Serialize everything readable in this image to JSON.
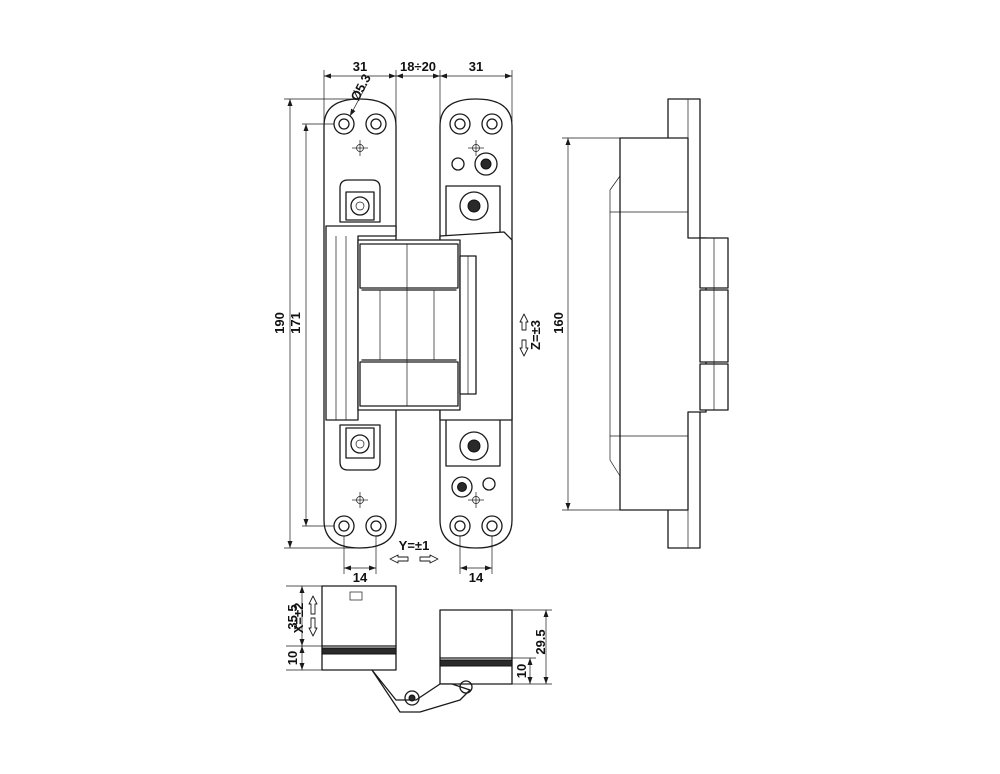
{
  "dimensions": {
    "plate_width_left": "31",
    "gap": "18÷20",
    "plate_width_right": "31",
    "hole_diameter": "Ø5.3",
    "overall_length": "190",
    "hole_spacing": "171",
    "body_length": "160",
    "offset_left": "14",
    "offset_right": "14",
    "depth_left": "35.5",
    "lip_left": "10",
    "depth_right": "29.5",
    "lip_right": "10"
  },
  "adjustments": {
    "x": "X=±2",
    "y": "Y=±1",
    "z": "Z=±3"
  }
}
